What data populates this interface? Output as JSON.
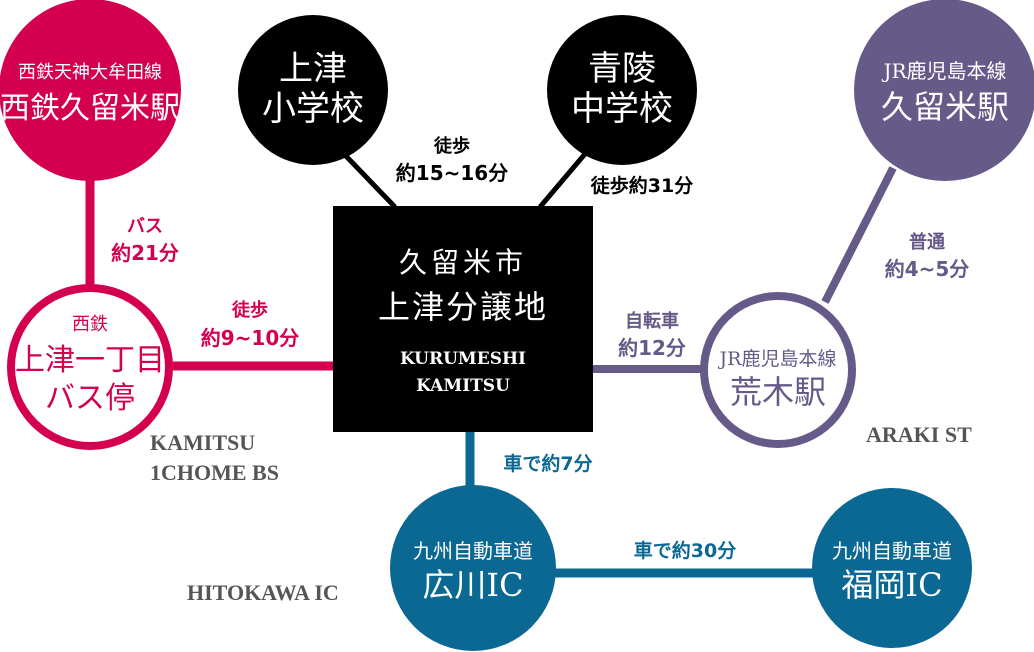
{
  "colors": {
    "nishitetsu": "#d4004f",
    "jr": "#655a88",
    "highway": "#0b6893",
    "center": "#000000",
    "english": "#555555"
  },
  "center": {
    "line1": "久留米市",
    "line2": "上津分譲地",
    "en1": "KURUMESHI",
    "en2": "KAMITSU"
  },
  "nodes": {
    "nishitetsu_kurume": {
      "line": "西鉄天神大牟田線",
      "name": "西鉄久留米駅"
    },
    "kamitsu_elementary": {
      "line1": "上津",
      "line2": "小学校"
    },
    "aoryo_junior": {
      "line1": "青陵",
      "line2": "中学校"
    },
    "jr_kurume": {
      "line": "JR鹿児島本線",
      "name": "久留米駅"
    },
    "kamitsu_bus_stop": {
      "line1": "西鉄",
      "line2": "上津一丁目",
      "line3": "バス停",
      "en1": "KAMITSU",
      "en2": "1CHOME BS"
    },
    "araki_station": {
      "line": "JR鹿児島本線",
      "name": "荒木駅",
      "en": "ARAKI ST"
    },
    "hirokawa_ic": {
      "line": "九州自動車道",
      "name": "広川IC",
      "en": "HITOKAWA IC"
    },
    "fukuoka_ic": {
      "line": "九州自動車道",
      "name": "福岡IC"
    }
  },
  "routes": {
    "to_elementary": {
      "mode": "徒歩",
      "time": "約15~16分"
    },
    "to_junior": {
      "time": "徒歩約31分"
    },
    "bus": {
      "mode": "バス",
      "time": "約21分"
    },
    "walk_bus_stop": {
      "mode": "徒歩",
      "time": "約9~10分"
    },
    "bicycle": {
      "mode": "自転車",
      "time": "約12分"
    },
    "train": {
      "mode": "普通",
      "time": "約4~5分"
    },
    "car_hirokawa": {
      "time": "車で約7分"
    },
    "car_fukuoka": {
      "time": "車で約30分"
    }
  }
}
